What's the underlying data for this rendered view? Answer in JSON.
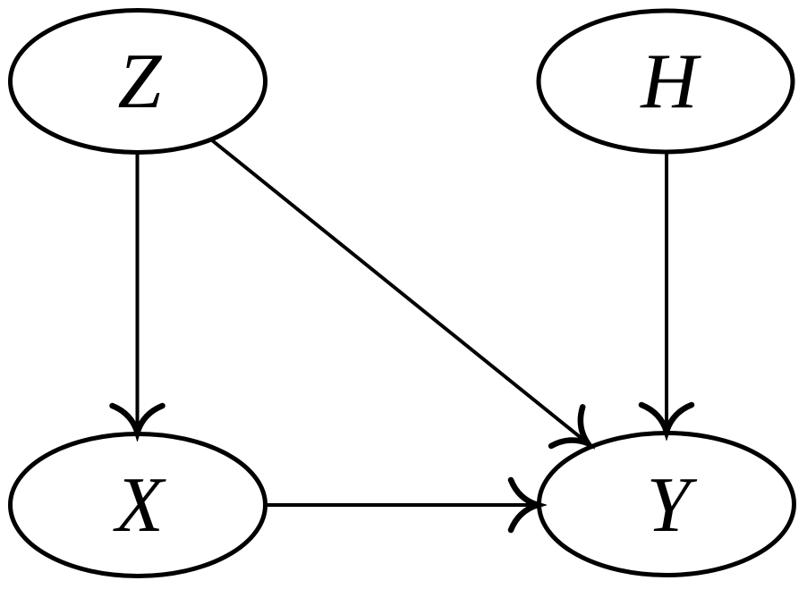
{
  "diagram": {
    "type": "directed-acyclic-graph",
    "background_color": "#ffffff",
    "line_color": "#000000",
    "nodes": [
      {
        "id": "Z",
        "label": "Z",
        "position": "top-left"
      },
      {
        "id": "H",
        "label": "H",
        "position": "top-right"
      },
      {
        "id": "X",
        "label": "X",
        "position": "bottom-left"
      },
      {
        "id": "Y",
        "label": "Y",
        "position": "bottom-right"
      }
    ],
    "edges": [
      {
        "from": "Z",
        "to": "X"
      },
      {
        "from": "Z",
        "to": "Y"
      },
      {
        "from": "H",
        "to": "Y"
      },
      {
        "from": "X",
        "to": "Y"
      }
    ]
  }
}
